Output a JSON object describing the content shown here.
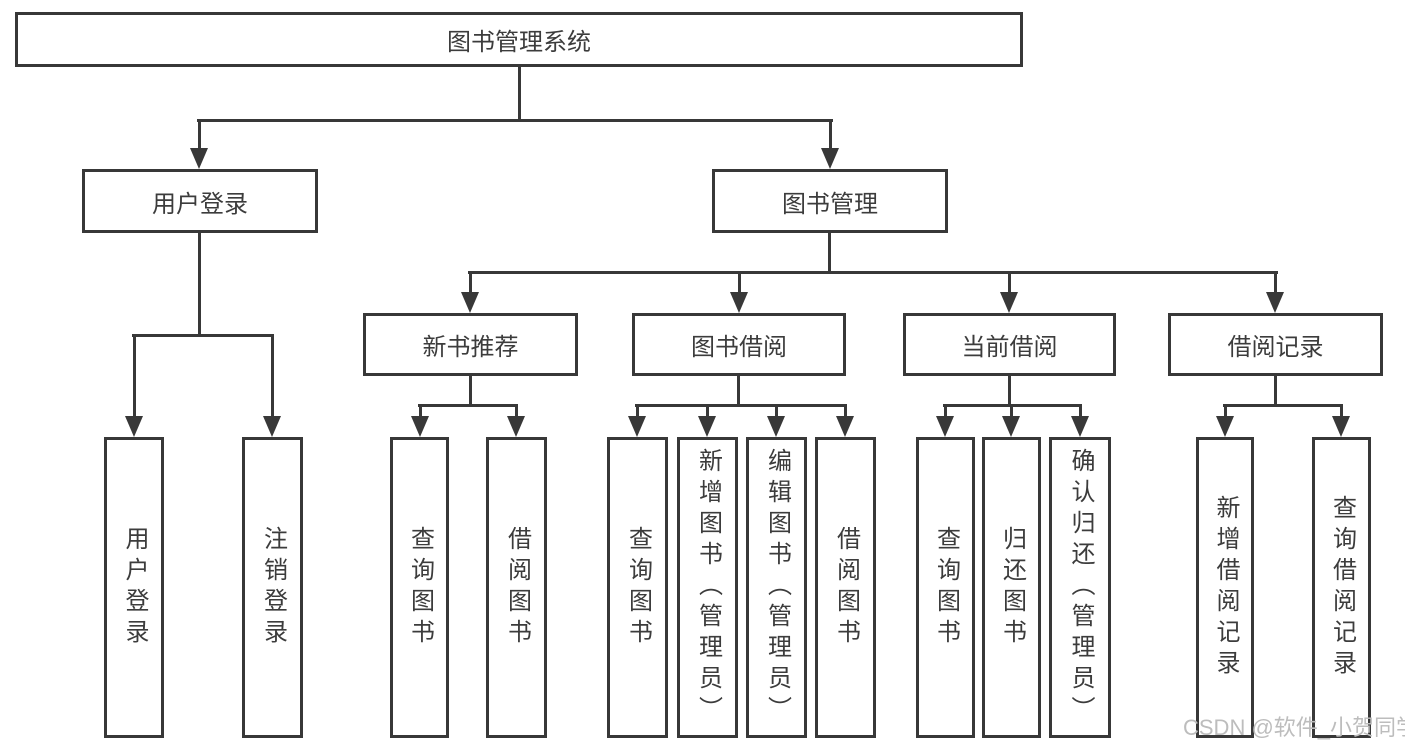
{
  "diagram": {
    "root": {
      "label": "图书管理系统"
    },
    "branches": [
      {
        "label": "用户登录",
        "children": [
          {
            "label": "用户登录"
          },
          {
            "label": "注销登录"
          }
        ]
      },
      {
        "label": "图书管理",
        "children": [
          {
            "label": "新书推荐",
            "children": [
              {
                "label": "查询图书"
              },
              {
                "label": "借阅图书"
              }
            ]
          },
          {
            "label": "图书借阅",
            "children": [
              {
                "label": "查询图书"
              },
              {
                "label": "新增图书（管理员）"
              },
              {
                "label": "编辑图书（管理员）"
              },
              {
                "label": "借阅图书"
              }
            ]
          },
          {
            "label": "当前借阅",
            "children": [
              {
                "label": "查询图书"
              },
              {
                "label": "归还图书"
              },
              {
                "label": "确认归还（管理员）"
              }
            ]
          },
          {
            "label": "借阅记录",
            "children": [
              {
                "label": "新增借阅记录"
              },
              {
                "label": "查询借阅记录"
              }
            ]
          }
        ]
      }
    ]
  },
  "watermark": {
    "text": "CSDN @软件_小贺同学"
  },
  "colors": {
    "line": "#383838",
    "text": "#3c3c3c",
    "background": "#ffffff",
    "watermark": "#bdbdbd"
  }
}
